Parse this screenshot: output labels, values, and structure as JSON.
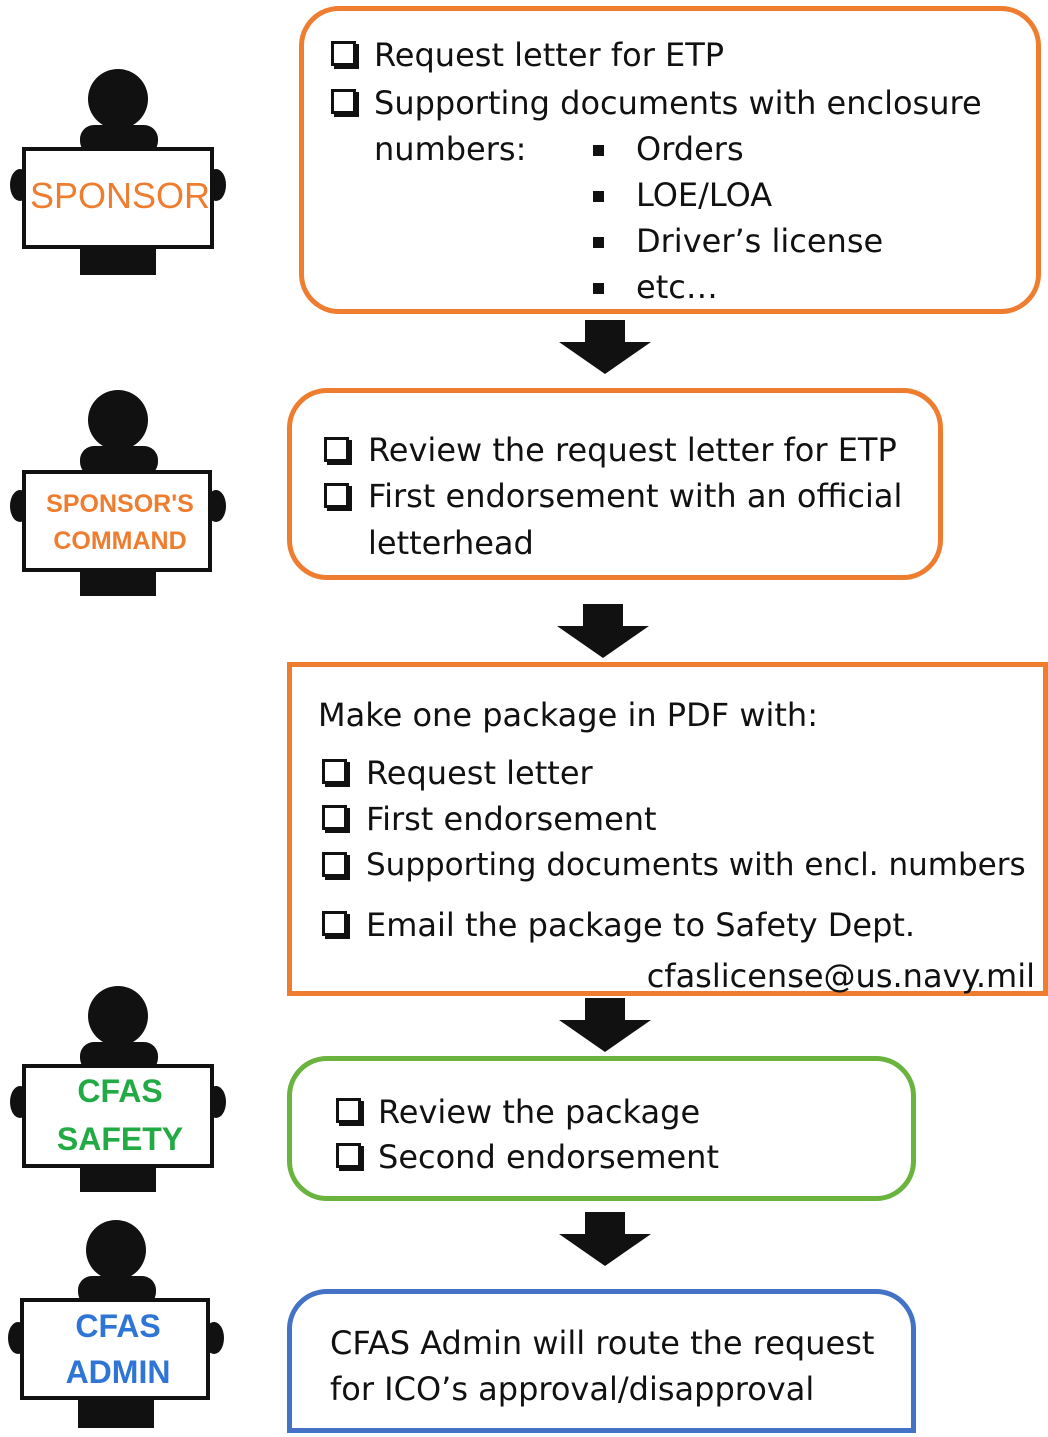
{
  "roles": {
    "sponsor": "SPONSOR",
    "sponsors_command": [
      "SPONSOR'S",
      "COMMAND"
    ],
    "cfas_safety": [
      "CFAS",
      "SAFETY"
    ],
    "cfas_admin": [
      "CFAS",
      "ADMIN"
    ]
  },
  "colors": {
    "sponsor": "#ef7d30",
    "command": "#ef7d30",
    "safety": "#22aa44",
    "admin": "#2e75d6",
    "box_orange": "#ef7d30",
    "box_green": "#6bb33f",
    "box_blue": "#4472c4"
  },
  "step1": {
    "item1": "Request letter for ETP",
    "item2": "Supporting documents with enclosure",
    "numbers_label": "numbers:",
    "bullets": [
      "Orders",
      "LOE/LOA",
      "Driver’s license",
      "etc…"
    ]
  },
  "step2": {
    "item1": "Review the request letter for ETP",
    "item2_line1": "First endorsement with an official",
    "item2_line2": "letterhead"
  },
  "step3": {
    "heading": "Make one package in PDF with:",
    "items": [
      "Request letter",
      "First endorsement",
      "Supporting documents with encl. numbers",
      "Email the package to Safety Dept."
    ],
    "email": "cfaslicense@us.navy.mil"
  },
  "step4": {
    "items": [
      "Review the package",
      "Second endorsement"
    ]
  },
  "step5": {
    "line1": "CFAS Admin will route the request",
    "line2": "for ICO’s approval/disapproval"
  },
  "icons": {
    "person": "person-holding-sign-icon",
    "checkbox": "checkbox-icon",
    "arrow": "down-arrow-icon"
  }
}
